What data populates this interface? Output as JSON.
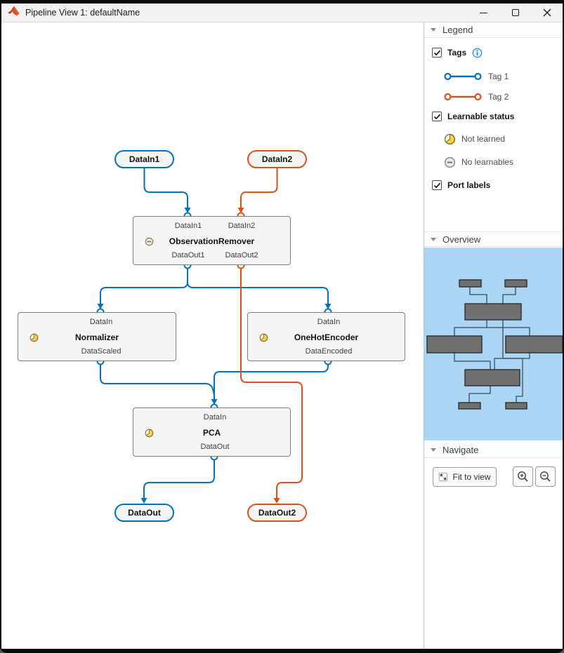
{
  "window": {
    "title": "Pipeline View 1: defaultName"
  },
  "colors": {
    "tag1": "#0072BD",
    "tag2": "#D95319",
    "nodefill": "#f5f5f5",
    "minimap": "#abd5f5"
  },
  "sidebar": {
    "legend": {
      "header": "Legend",
      "tags_label": "Tags",
      "tag_items": [
        {
          "label": "Tag 1",
          "color": "#0072BD"
        },
        {
          "label": "Tag 2",
          "color": "#D95319"
        }
      ],
      "learnable_label": "Learnable status",
      "learnable_items": [
        {
          "label": "Not learned",
          "icon": "clock-yellow-icon"
        },
        {
          "label": "No learnables",
          "icon": "minus-gray-icon"
        }
      ],
      "port_labels_label": "Port labels"
    },
    "overview": {
      "header": "Overview"
    },
    "navigate": {
      "header": "Navigate",
      "fit_button": "Fit to view"
    }
  },
  "pipeline": {
    "terminals": [
      {
        "label": "DataIn1"
      },
      {
        "label": "DataIn2"
      },
      {
        "label": "DataOut"
      },
      {
        "label": "DataOut2"
      }
    ],
    "nodes": [
      {
        "title": "ObservationRemover",
        "status": "no-learnables",
        "in_ports": [
          "DataIn1",
          "DataIn2"
        ],
        "out_ports": [
          "DataOut1",
          "DataOut2"
        ]
      },
      {
        "title": "Normalizer",
        "status": "not-learned",
        "in_ports": [
          "DataIn"
        ],
        "out_ports": [
          "DataScaled"
        ]
      },
      {
        "title": "OneHotEncoder",
        "status": "not-learned",
        "in_ports": [
          "DataIn"
        ],
        "out_ports": [
          "DataEncoded"
        ]
      },
      {
        "title": "PCA",
        "status": "not-learned",
        "in_ports": [
          "DataIn"
        ],
        "out_ports": [
          "DataOut"
        ]
      }
    ]
  }
}
